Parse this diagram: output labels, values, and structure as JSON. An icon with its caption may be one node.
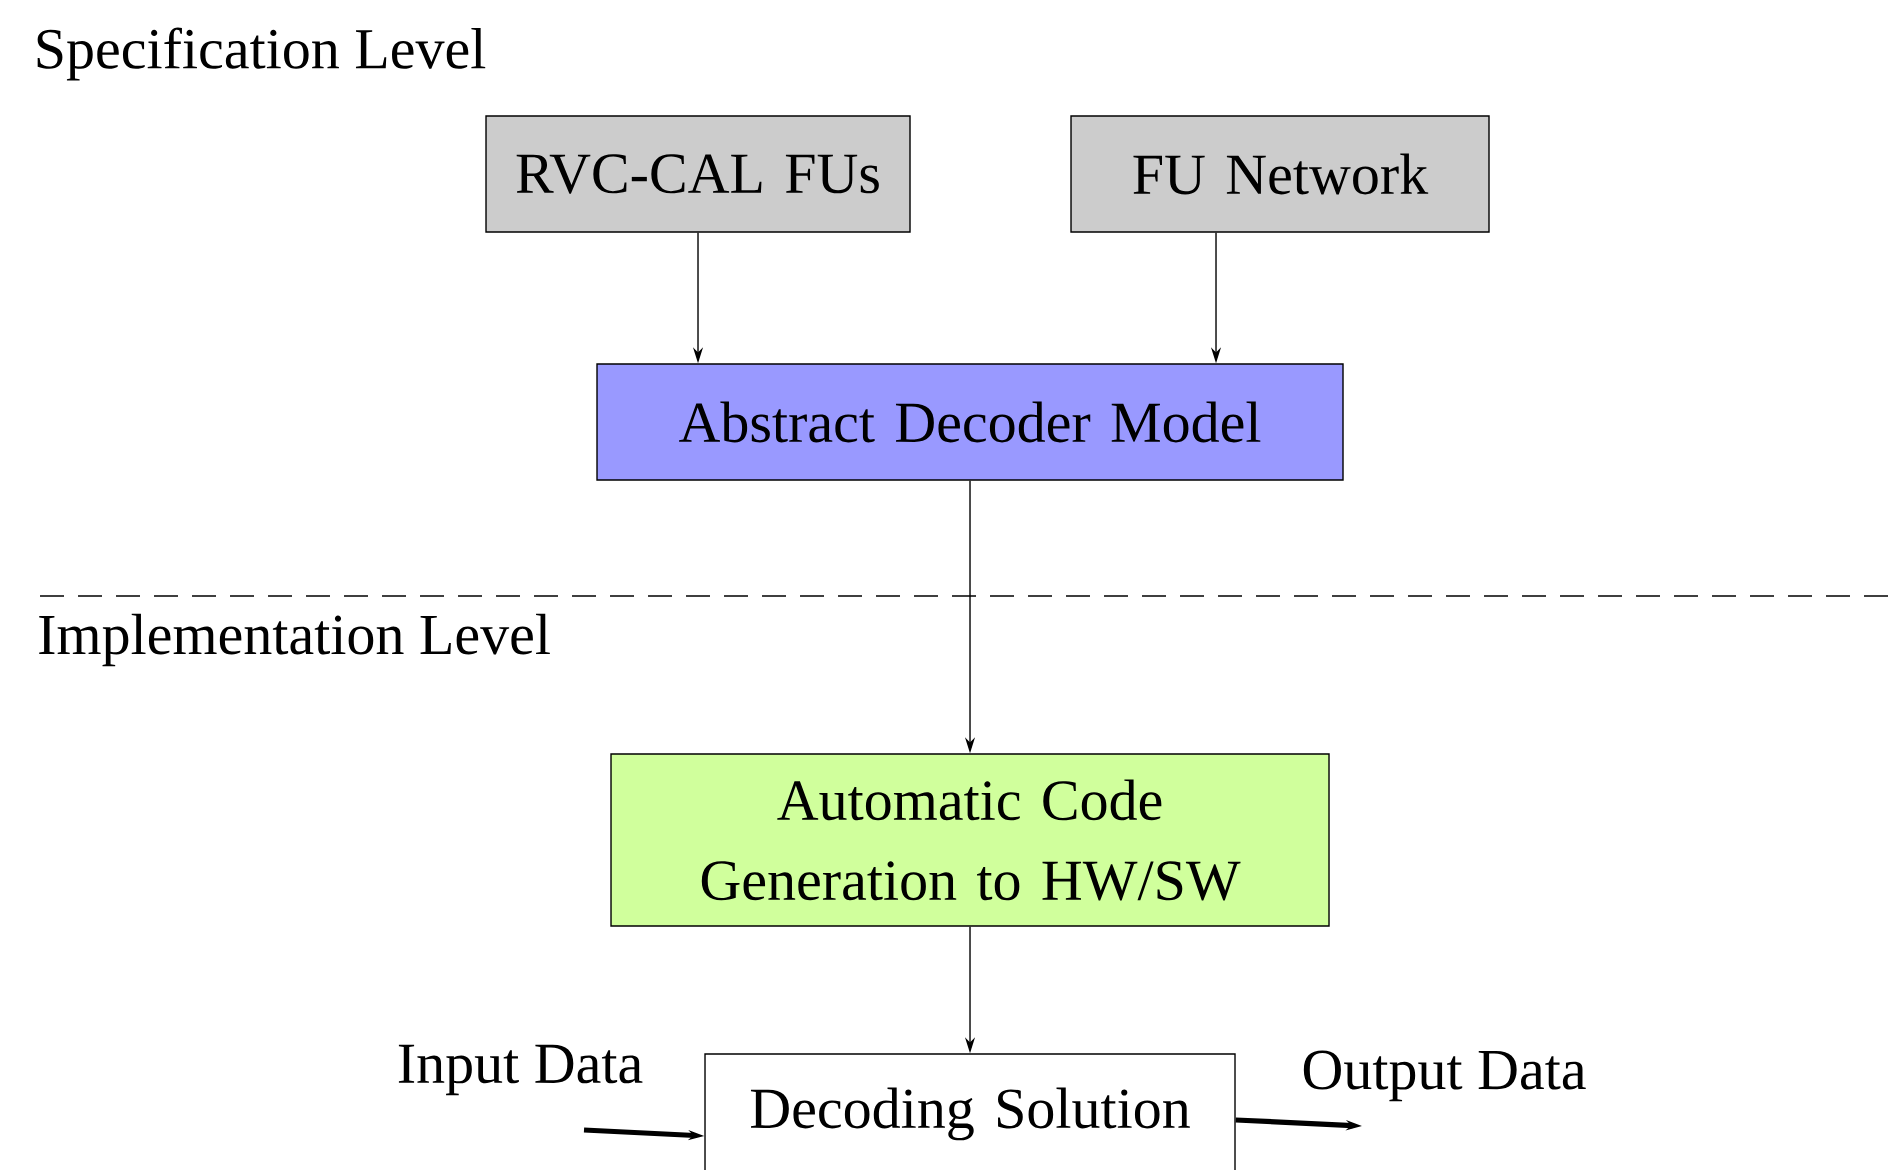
{
  "diagram": {
    "nodes": [
      {
        "text": [
          "RVC-CAL FUs"
        ]
      },
      {
        "text": [
          "FU Network"
        ]
      },
      {
        "text": [
          "Abstract Decoder Model"
        ]
      },
      {
        "text": [
          "Automatic Code Generation to HW/SW"
        ]
      },
      {
        "text": [
          "Decoding Solution"
        ]
      }
    ],
    "edges": [
      {
        "from": 0,
        "to": 2,
        "arrow": "to"
      },
      {
        "from": 1,
        "to": 2,
        "arrow": "to"
      },
      {
        "from": 2,
        "to": 3,
        "arrow": "to"
      },
      {
        "from": 3,
        "to": 4,
        "arrow": "to"
      },
      {
        "from": null,
        "to": 4,
        "arrow": "to",
        "style": "thick",
        "label": "Input Data"
      },
      {
        "from": 4,
        "to": null,
        "arrow": "to",
        "style": "thick",
        "label": "Output Data"
      }
    ],
    "labels": [
      "Specification Level",
      "Implementation Level"
    ]
  }
}
